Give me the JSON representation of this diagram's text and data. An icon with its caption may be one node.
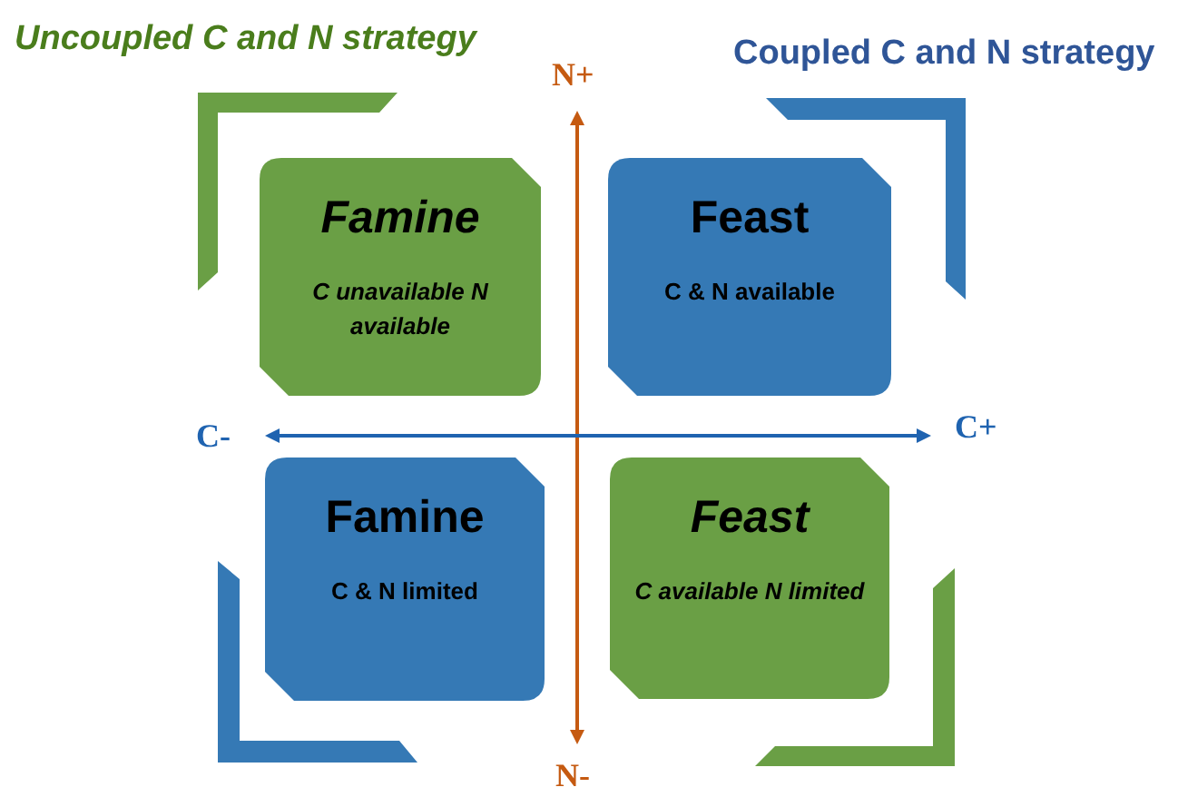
{
  "diagram": {
    "nodes": [
      {
        "text": [
          "Famine",
          "C unavailable N available"
        ]
      },
      {
        "text": [
          "Feast",
          "C & N available"
        ]
      },
      {
        "text": [
          "Famine",
          "C & N limited"
        ]
      },
      {
        "text": [
          "Feast",
          "C available N limited"
        ]
      }
    ],
    "labels": [
      "Uncoupled C and N strategy",
      "Coupled C and N strategy",
      "N+",
      "C-",
      "C+",
      "N-"
    ]
  }
}
